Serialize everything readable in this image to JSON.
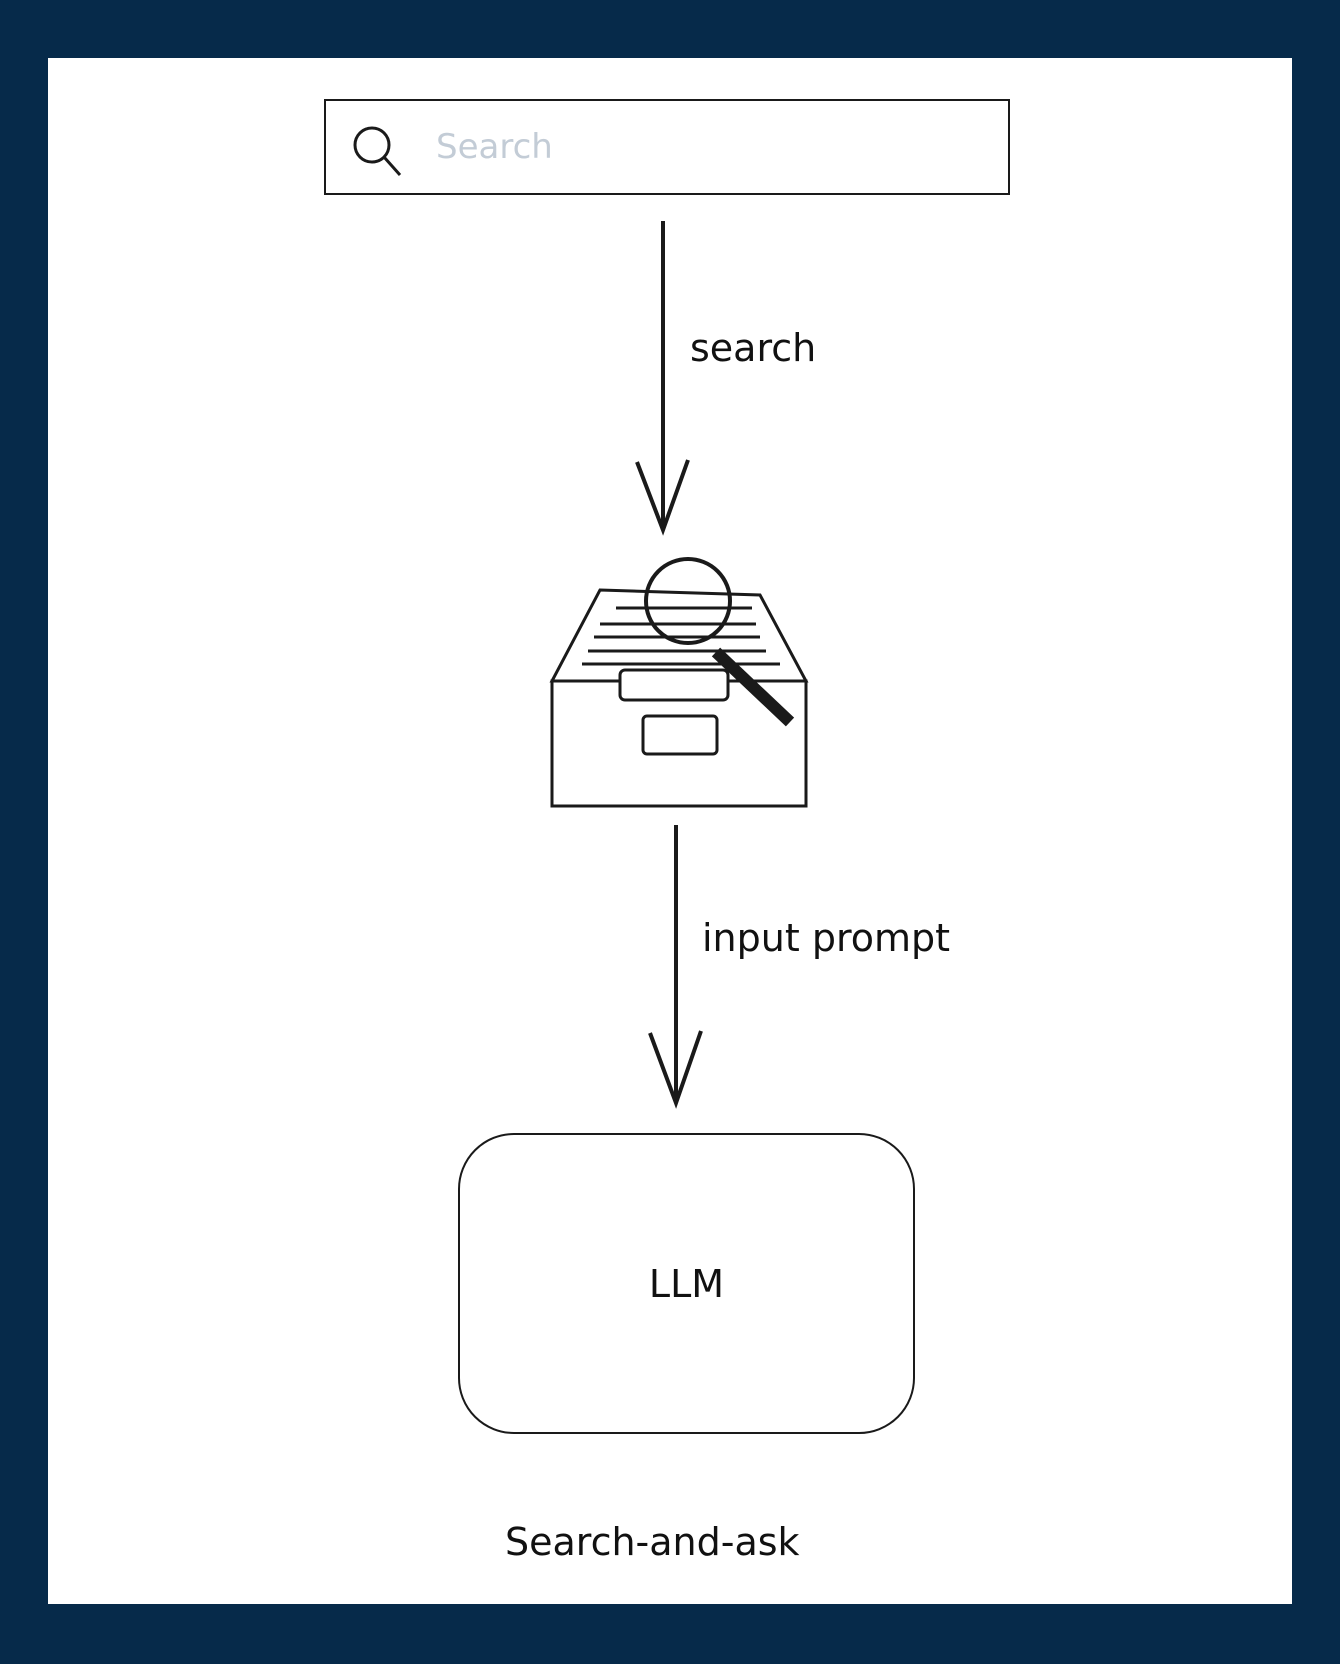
{
  "search_bar": {
    "placeholder": "Search",
    "icon": "search-icon"
  },
  "edges": [
    {
      "label": "search"
    },
    {
      "label": "input prompt"
    }
  ],
  "nodes": {
    "document_store": {
      "icon": "file-box-magnifier-icon"
    },
    "llm": {
      "label": "LLM"
    }
  },
  "caption": "Search-and-ask",
  "colors": {
    "background": "#062a4a",
    "panel": "#ffffff",
    "stroke": "#1a1a1a",
    "placeholder": "#c3ccd6"
  }
}
